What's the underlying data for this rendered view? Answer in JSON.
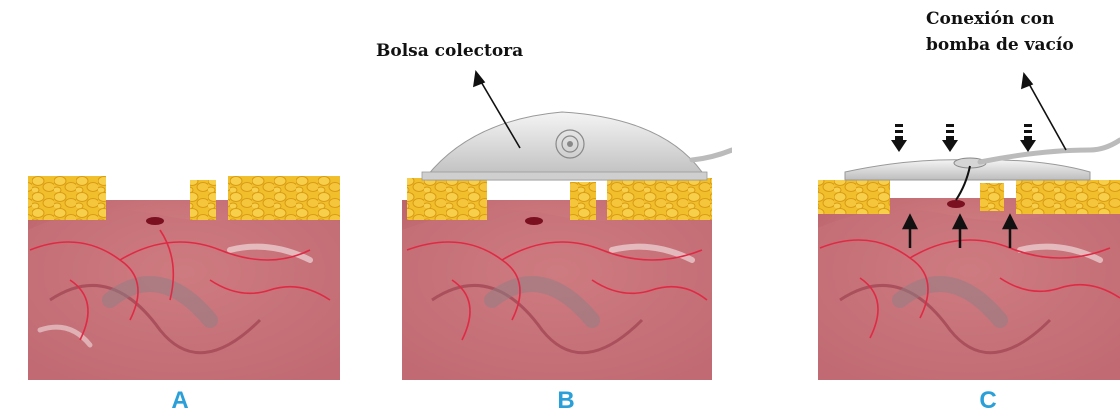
{
  "panels": [
    {
      "id": "A",
      "letter": "A"
    },
    {
      "id": "B",
      "letter": "B"
    },
    {
      "id": "C",
      "letter": "C"
    }
  ],
  "labels": {
    "bag": "Bolsa colectora",
    "vacuum_line1": "Conexión con",
    "vacuum_line2": "bomba de vacío"
  },
  "colors": {
    "letter": "#2a9fd8",
    "fat": "#f2bf2c",
    "fat_dark": "#d99b14",
    "tissue": "#c87476",
    "vessel": "#e02a45",
    "bag": "#dcdcdc",
    "arrow": "#111111"
  },
  "icons": {
    "bag_arrow": "arrow-up-left-icon",
    "vacuum_arrow": "arrow-up-left-icon",
    "pressure_down": "arrow-down-icon",
    "pressure_up": "arrow-up-icon"
  }
}
